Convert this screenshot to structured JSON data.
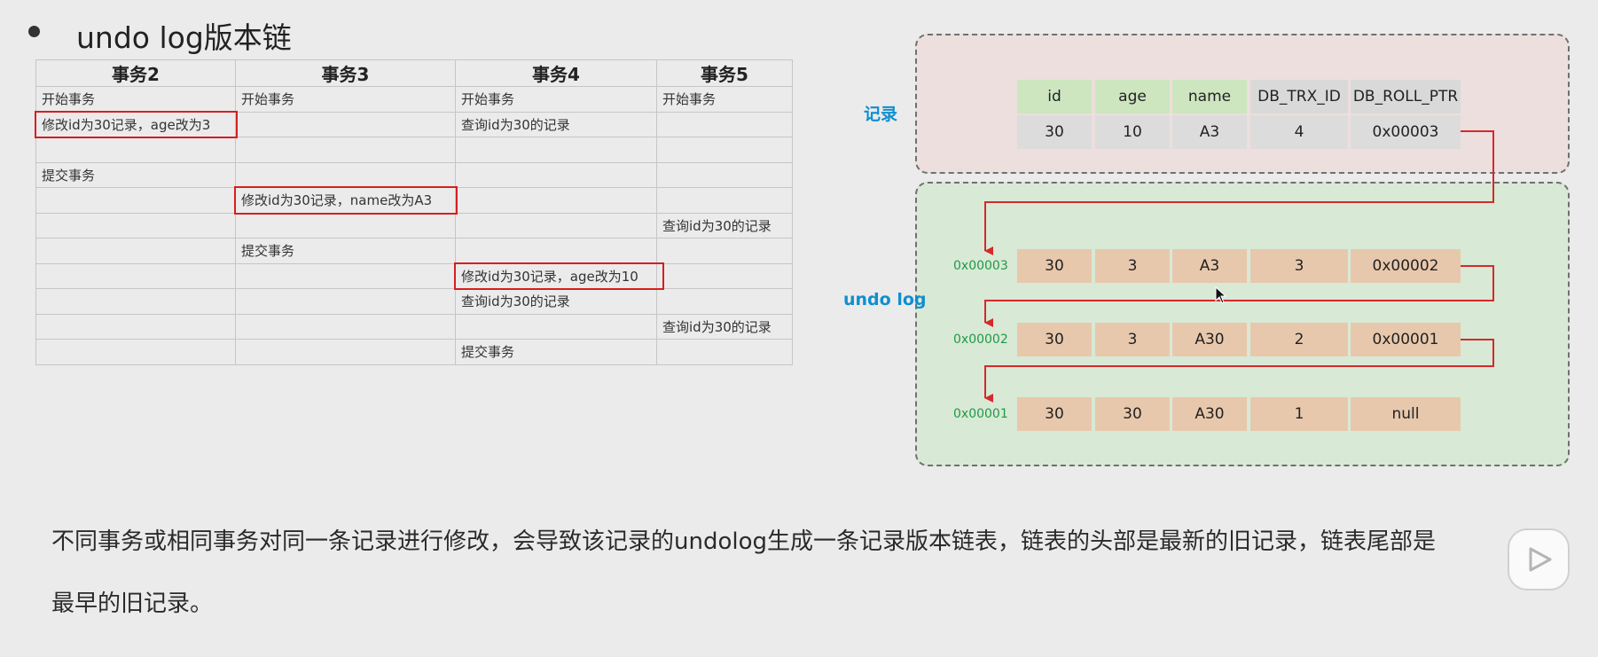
{
  "heading": "undo log版本链",
  "table": {
    "headers": [
      "事务2",
      "事务3",
      "事务4",
      "事务5"
    ],
    "rows": [
      [
        "开始事务",
        "开始事务",
        "开始事务",
        "开始事务"
      ],
      [
        "修改id为30记录，age改为3",
        "",
        "查询id为30的记录",
        ""
      ],
      [
        "",
        "",
        "",
        ""
      ],
      [
        "提交事务",
        "",
        "",
        ""
      ],
      [
        "",
        "修改id为30记录，name改为A3",
        "",
        ""
      ],
      [
        "",
        "",
        "",
        "查询id为30的记录"
      ],
      [
        "",
        "提交事务",
        "",
        ""
      ],
      [
        "",
        "",
        "修改id为30记录，age改为10",
        ""
      ],
      [
        "",
        "",
        "查询id为30的记录",
        ""
      ],
      [
        "",
        "",
        "",
        "查询id为30的记录"
      ],
      [
        "",
        "",
        "提交事务",
        ""
      ]
    ],
    "highlighted": [
      [
        1,
        0
      ],
      [
        4,
        1
      ],
      [
        7,
        2
      ]
    ]
  },
  "record": {
    "label": "记录",
    "columns": [
      "id",
      "age",
      "name",
      "DB_TRX_ID",
      "DB_ROLL_PTR"
    ],
    "values": [
      "30",
      "10",
      "A3",
      "4",
      "0x00003"
    ]
  },
  "undo_log": {
    "label": "undo log",
    "entries": [
      {
        "address": "0x00003",
        "values": [
          "30",
          "3",
          "A3",
          "3",
          "0x00002"
        ]
      },
      {
        "address": "0x00002",
        "values": [
          "30",
          "3",
          "A30",
          "2",
          "0x00001"
        ]
      },
      {
        "address": "0x00001",
        "values": [
          "30",
          "30",
          "A30",
          "1",
          "null"
        ]
      }
    ]
  },
  "description": {
    "line1": "不同事务或相同事务对同一条记录进行修改，会导致该记录的undolog生成一条记录版本链表，链表的头部是最新的旧记录，链表尾部是",
    "line2": "最早的旧记录。"
  },
  "colors": {
    "arrow": "#d42a2a",
    "highlight_border": "#d61f1f",
    "label_blue": "#0e8fd0",
    "address_green": "#1f9a45",
    "undo_cell": "#e8c8ac",
    "header_green": "#cde6c0"
  },
  "icons": [
    "bullet-icon",
    "play-icon",
    "cursor-icon"
  ]
}
